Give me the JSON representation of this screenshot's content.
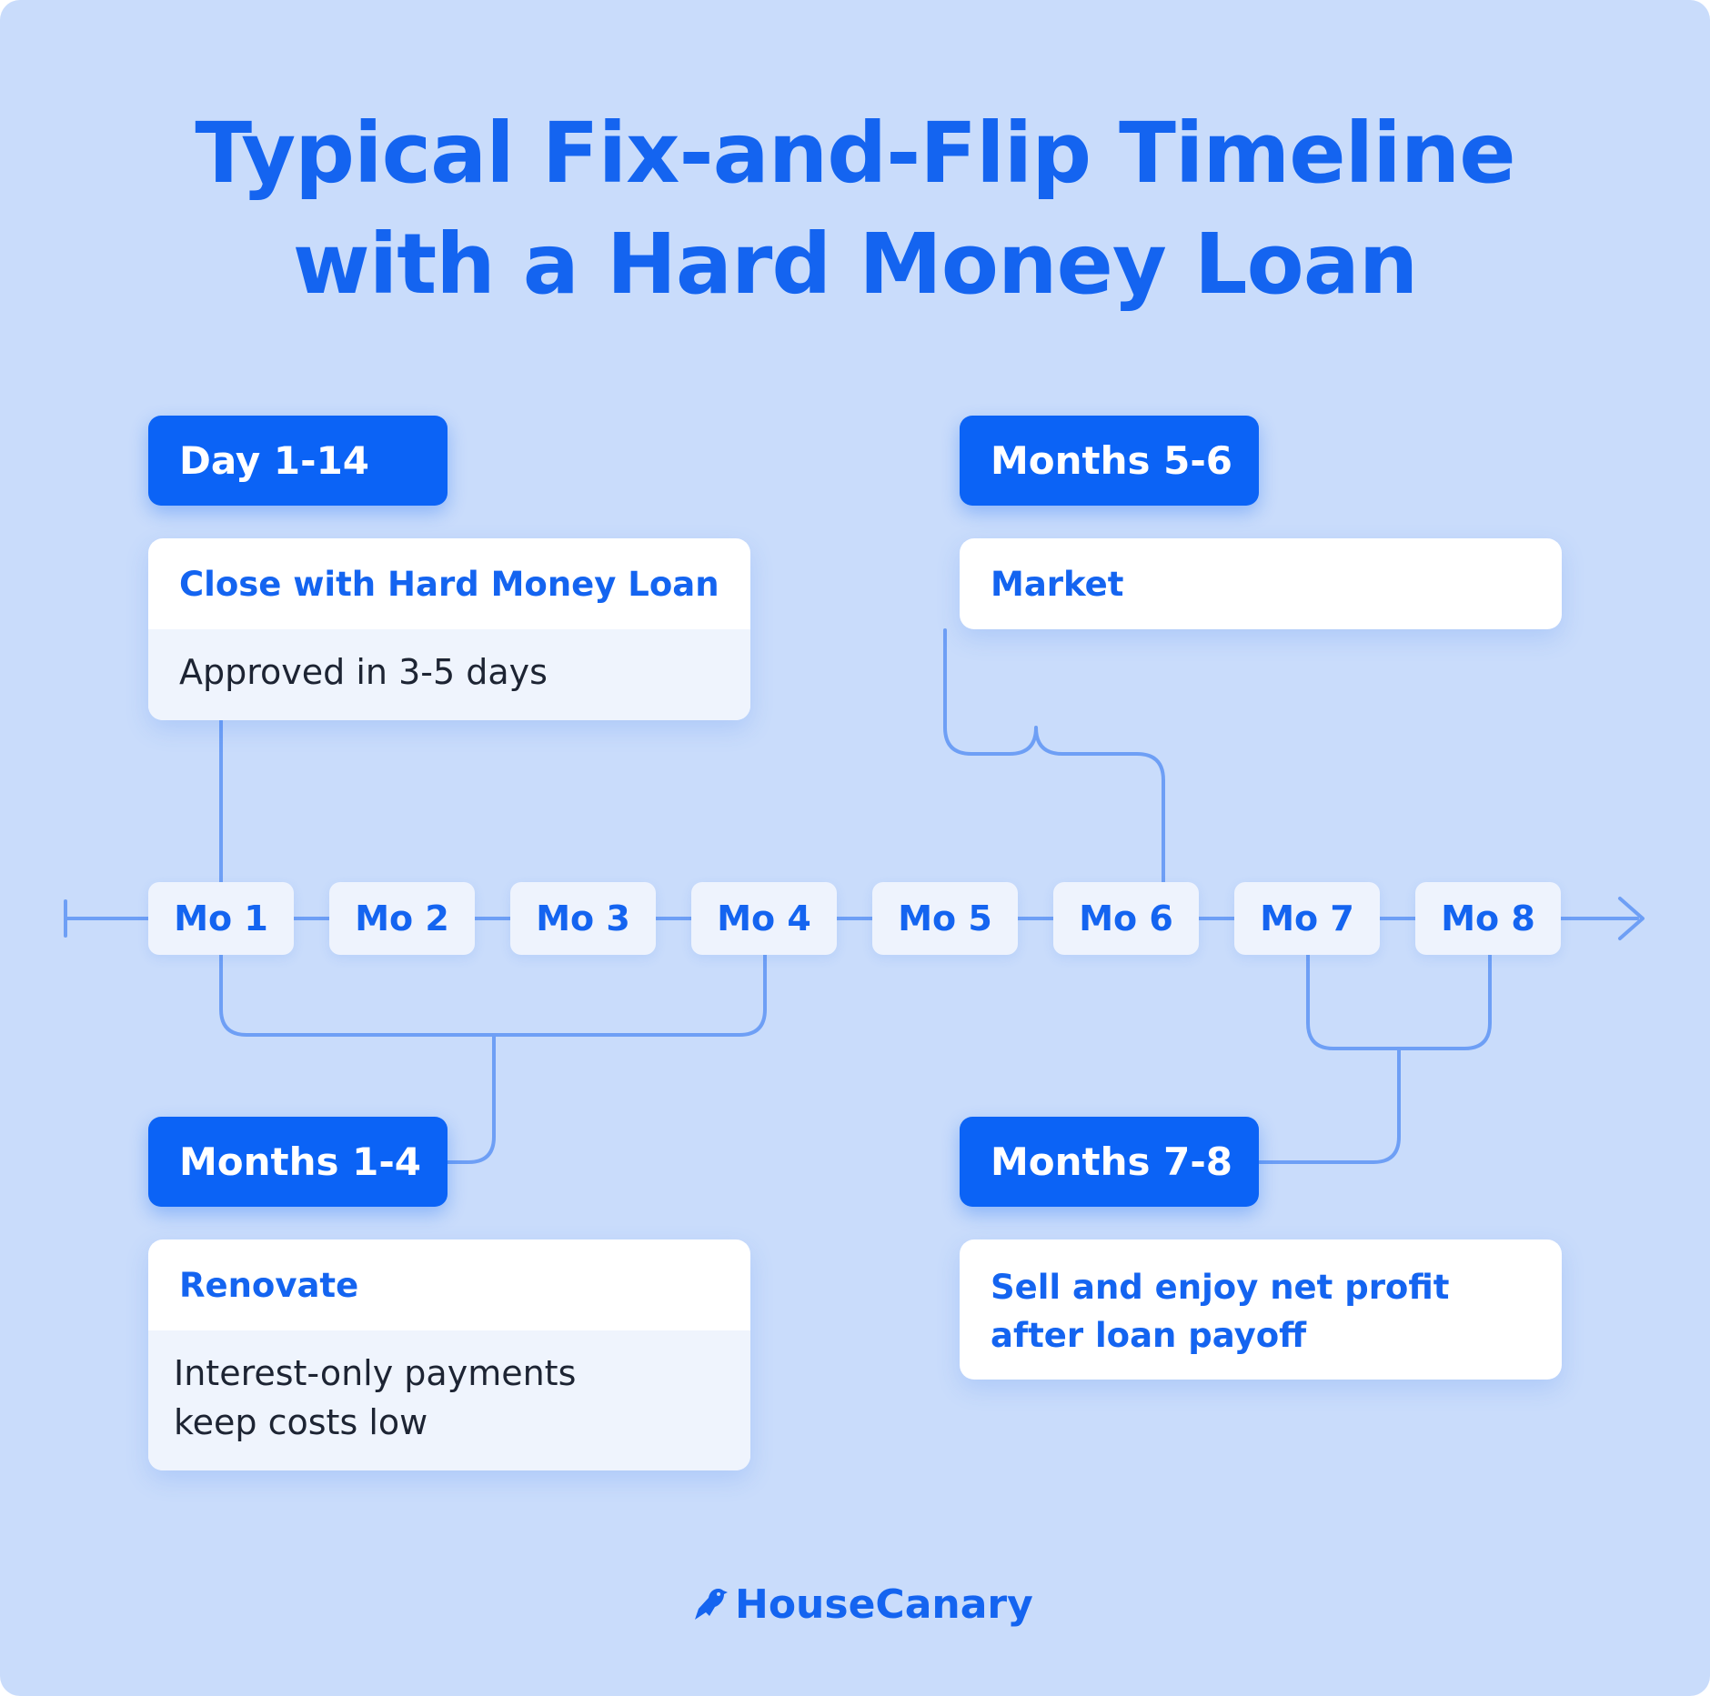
{
  "title": {
    "line1": "Typical Fix-and-Flip Timeline",
    "line2": "with a Hard Money Loan"
  },
  "phases": [
    {
      "label": "Day 1-14",
      "heading": "Close with Hard Money Loan",
      "detail": "Approved in 3-5 days"
    },
    {
      "label": "Months 5-6",
      "heading": "Market"
    },
    {
      "label": "Months 1-4",
      "heading": "Renovate",
      "detail_line1": "Interest-only payments",
      "detail_line2": "keep costs low"
    },
    {
      "label": "Months 7-8",
      "heading_line1": "Sell and enjoy net profit",
      "heading_line2": "after loan payoff"
    }
  ],
  "months": [
    "Mo 1",
    "Mo 2",
    "Mo 3",
    "Mo 4",
    "Mo 5",
    "Mo 6",
    "Mo 7",
    "Mo 8"
  ],
  "brand": {
    "name": "HouseCanary",
    "logo_icon": "canary-bird-icon"
  },
  "colors": {
    "background": "#c9dcfb",
    "accent": "#0b63f6",
    "heading_text": "#1464f0",
    "connector": "#6e9ff5"
  }
}
